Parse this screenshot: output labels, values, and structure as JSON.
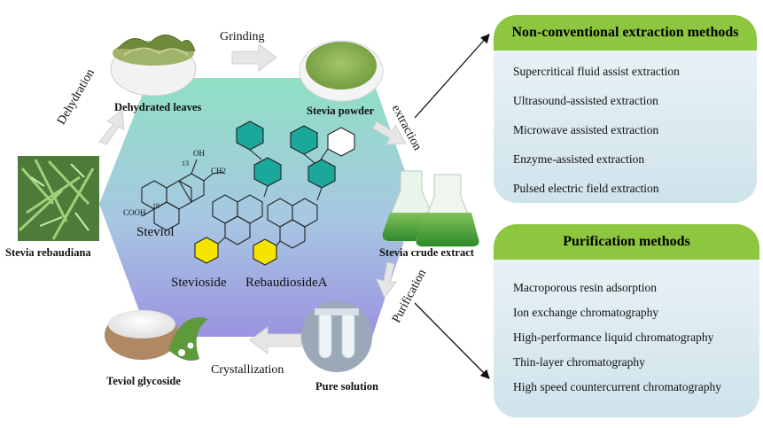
{
  "stages": {
    "dehydrated_leaves": "Dehydrated leaves",
    "stevia_powder": "Stevia powder",
    "stevia_rebaudiana": "Stevia rebaudiana",
    "stevia_crude_extract": "Stevia crude extract",
    "pure_solution": "Pure solution",
    "teviol_glycoside": "Teviol glycoside"
  },
  "steps": {
    "grinding": "Grinding",
    "dehydration": "Dehydration",
    "extraction": "extraction",
    "purification": "Purification",
    "crystallization": "Crystallization"
  },
  "molecules": {
    "steviol": "Steviol",
    "stevioside": "Stevioside",
    "rebaudioside_a": "RebaudiosideA",
    "atom_oh": "OH",
    "atom_ch2": "CH2",
    "atom_cooh": "COOH",
    "num_13": "13",
    "num_19": "19"
  },
  "extraction_panel": {
    "title": "Non-conventional extraction methods",
    "items": [
      "Supercritical fluid assist extraction",
      "Ultrasound-assisted extraction",
      "Microwave assisted extraction",
      "Enzyme-assisted extraction",
      "Pulsed electric field extraction"
    ]
  },
  "purification_panel": {
    "title": "Purification methods",
    "items": [
      "Macroporous resin adsorption",
      "Ion exchange chromatography",
      "High-performance liquid chromatography",
      "Thin-layer chromatography",
      "High speed countercurrent chromatography"
    ]
  },
  "colors": {
    "panel_header": "#8dc63f",
    "hexagon_top": "#8fe0c4",
    "hexagon_bottom": "#9b93e0",
    "teal_ring": "#1aa89a",
    "yellow_ring": "#f4e400",
    "arrow_fill": "#e3e3e3"
  }
}
